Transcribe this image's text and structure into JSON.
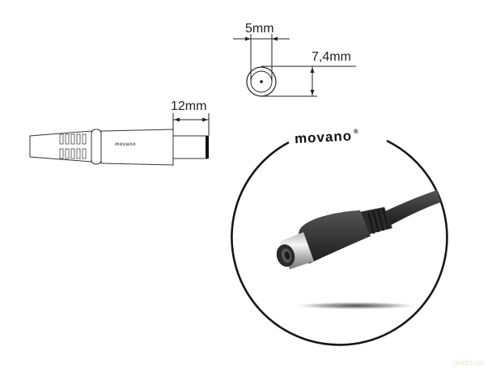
{
  "diagram": {
    "front_view": {
      "inner_diameter_label": "5mm",
      "outer_diameter_label": "7,4mm"
    },
    "side_view": {
      "tip_length_label": "12mm",
      "body_brand_text": "movano"
    },
    "photo": {
      "brand_logo": "movano",
      "registered_mark": "®",
      "subject": "DC barrel plug connector (black)"
    },
    "watermark": "dvdmax",
    "colors": {
      "line": "#222222",
      "circle": "#1a1a1a",
      "plug_body": "#3a3a3a",
      "metal_tip": "#d8d8d8"
    }
  }
}
